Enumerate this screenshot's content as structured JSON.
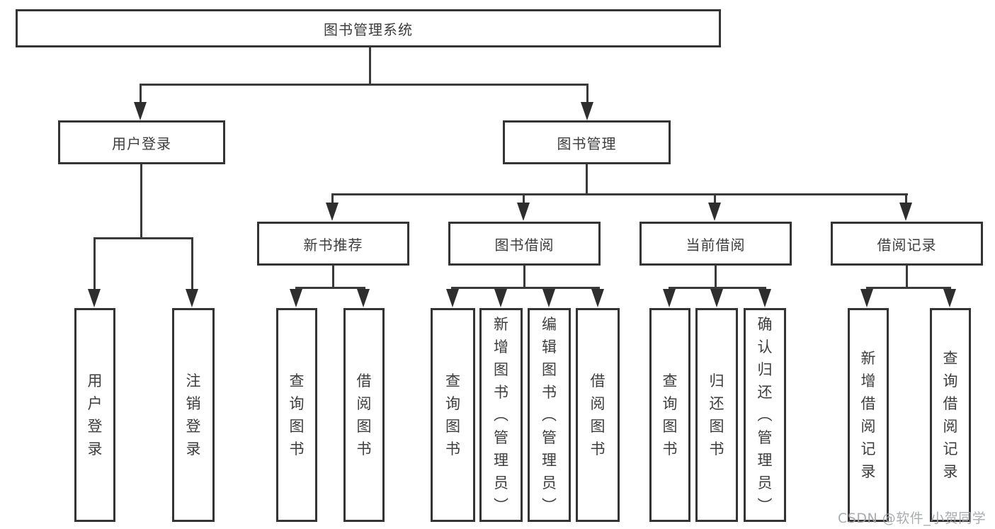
{
  "diagram": {
    "root": "图书管理系统",
    "level2": [
      {
        "label": "用户登录"
      },
      {
        "label": "图书管理"
      }
    ],
    "level3": [
      {
        "label": "新书推荐"
      },
      {
        "label": "图书借阅"
      },
      {
        "label": "当前借阅"
      },
      {
        "label": "借阅记录"
      }
    ],
    "leaves": {
      "login": [
        "用户登录",
        "注销登录"
      ],
      "recommend": [
        "查询图书",
        "借阅图书"
      ],
      "borrow": [
        "查询图书",
        "新增图书（管理员）",
        "编辑图书（管理员）",
        "借阅图书"
      ],
      "current": [
        "查询图书",
        "归还图书",
        "确认归还（管理员）"
      ],
      "records": [
        "新增借阅记录",
        "查询借阅记录"
      ]
    }
  },
  "watermark": "CSDN @软件_小贺同学",
  "colors": {
    "background": "#ffffff",
    "box_border": "#343434",
    "connector_line": "#3a3a3a",
    "text": "#3d3d3d",
    "watermark_text": "#9ea3a8"
  }
}
